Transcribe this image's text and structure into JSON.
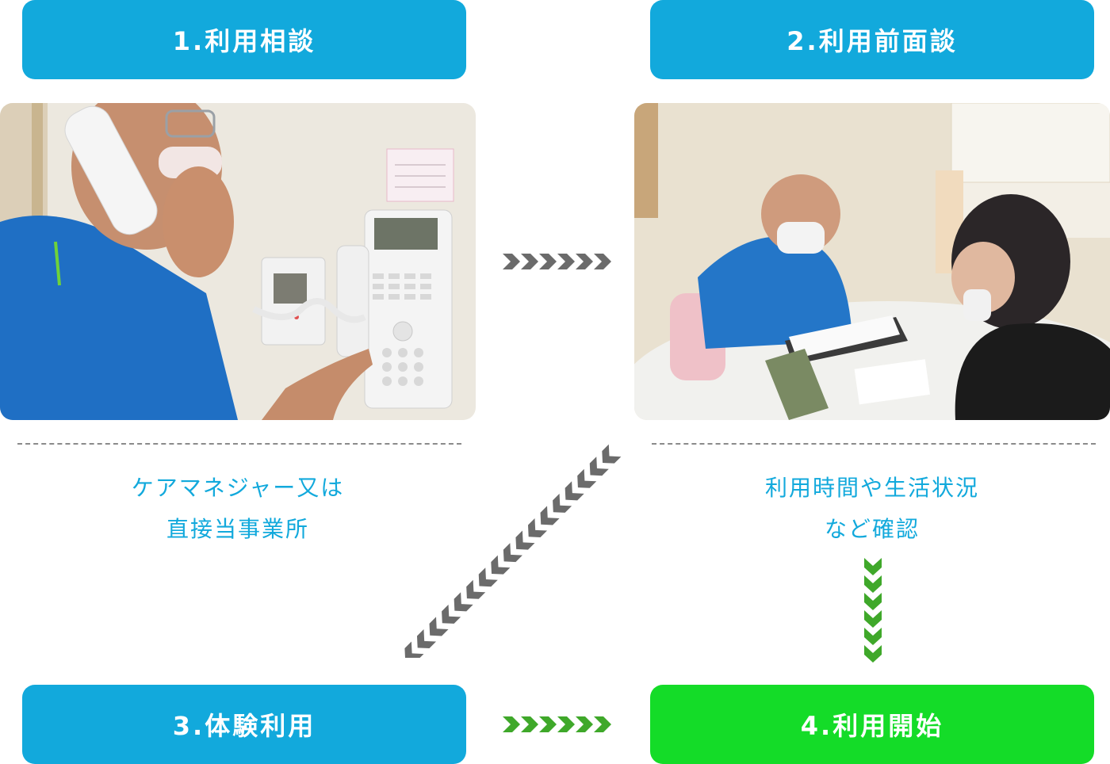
{
  "steps": {
    "step1": "1.利用相談",
    "step2": "2.利用前面談",
    "step3": "3.体験利用",
    "step4": "4.利用開始"
  },
  "descriptions": {
    "step1_line1": "ケアマネジャー又は",
    "step1_line2": "直接当事業所",
    "step2_line1": "利用時間や生活状況",
    "step2_line2": "など確認"
  },
  "colors": {
    "step_blue": "#12a9dc",
    "step_green": "#14dc28",
    "arrow_gray": "#6b6b6b",
    "arrow_green": "#3fa82a"
  },
  "images": {
    "photo1": "phone-call-photo",
    "photo2": "interview-photo"
  }
}
